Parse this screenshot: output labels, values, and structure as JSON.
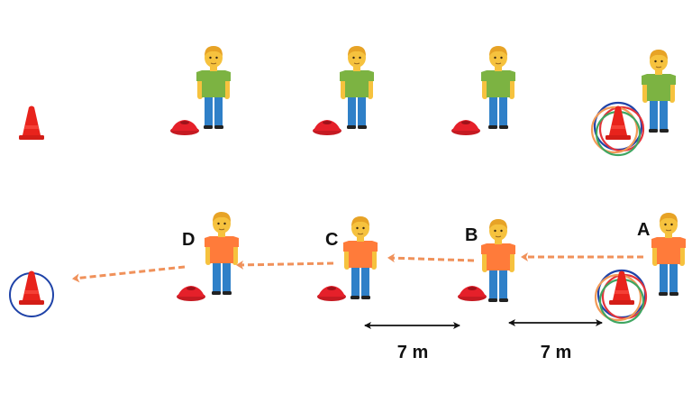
{
  "diagram": {
    "labels": [
      "D",
      "C",
      "B",
      "A"
    ],
    "distances": [
      "7 m",
      "7 m"
    ],
    "colors": {
      "cone": "#e8231c",
      "disc_cone": "#e5202a",
      "top_shirt": "#7cb342",
      "bottom_shirt": "#ff7b3a",
      "pants": "#2f80c8",
      "skin": "#f6c23e",
      "hair": "#e7a326",
      "pass_arrow": "#f0915a",
      "ring_blue": "#1f43a8",
      "ring_red": "#e4343b",
      "ring_orange": "#f29a57",
      "ring_green": "#3fa661",
      "measure": "#111111"
    },
    "icons": [
      "cone-icon",
      "disc-cone-icon",
      "player-icon",
      "hoop-ring-icon",
      "pass-arrow-icon",
      "measure-arrow-icon"
    ]
  }
}
